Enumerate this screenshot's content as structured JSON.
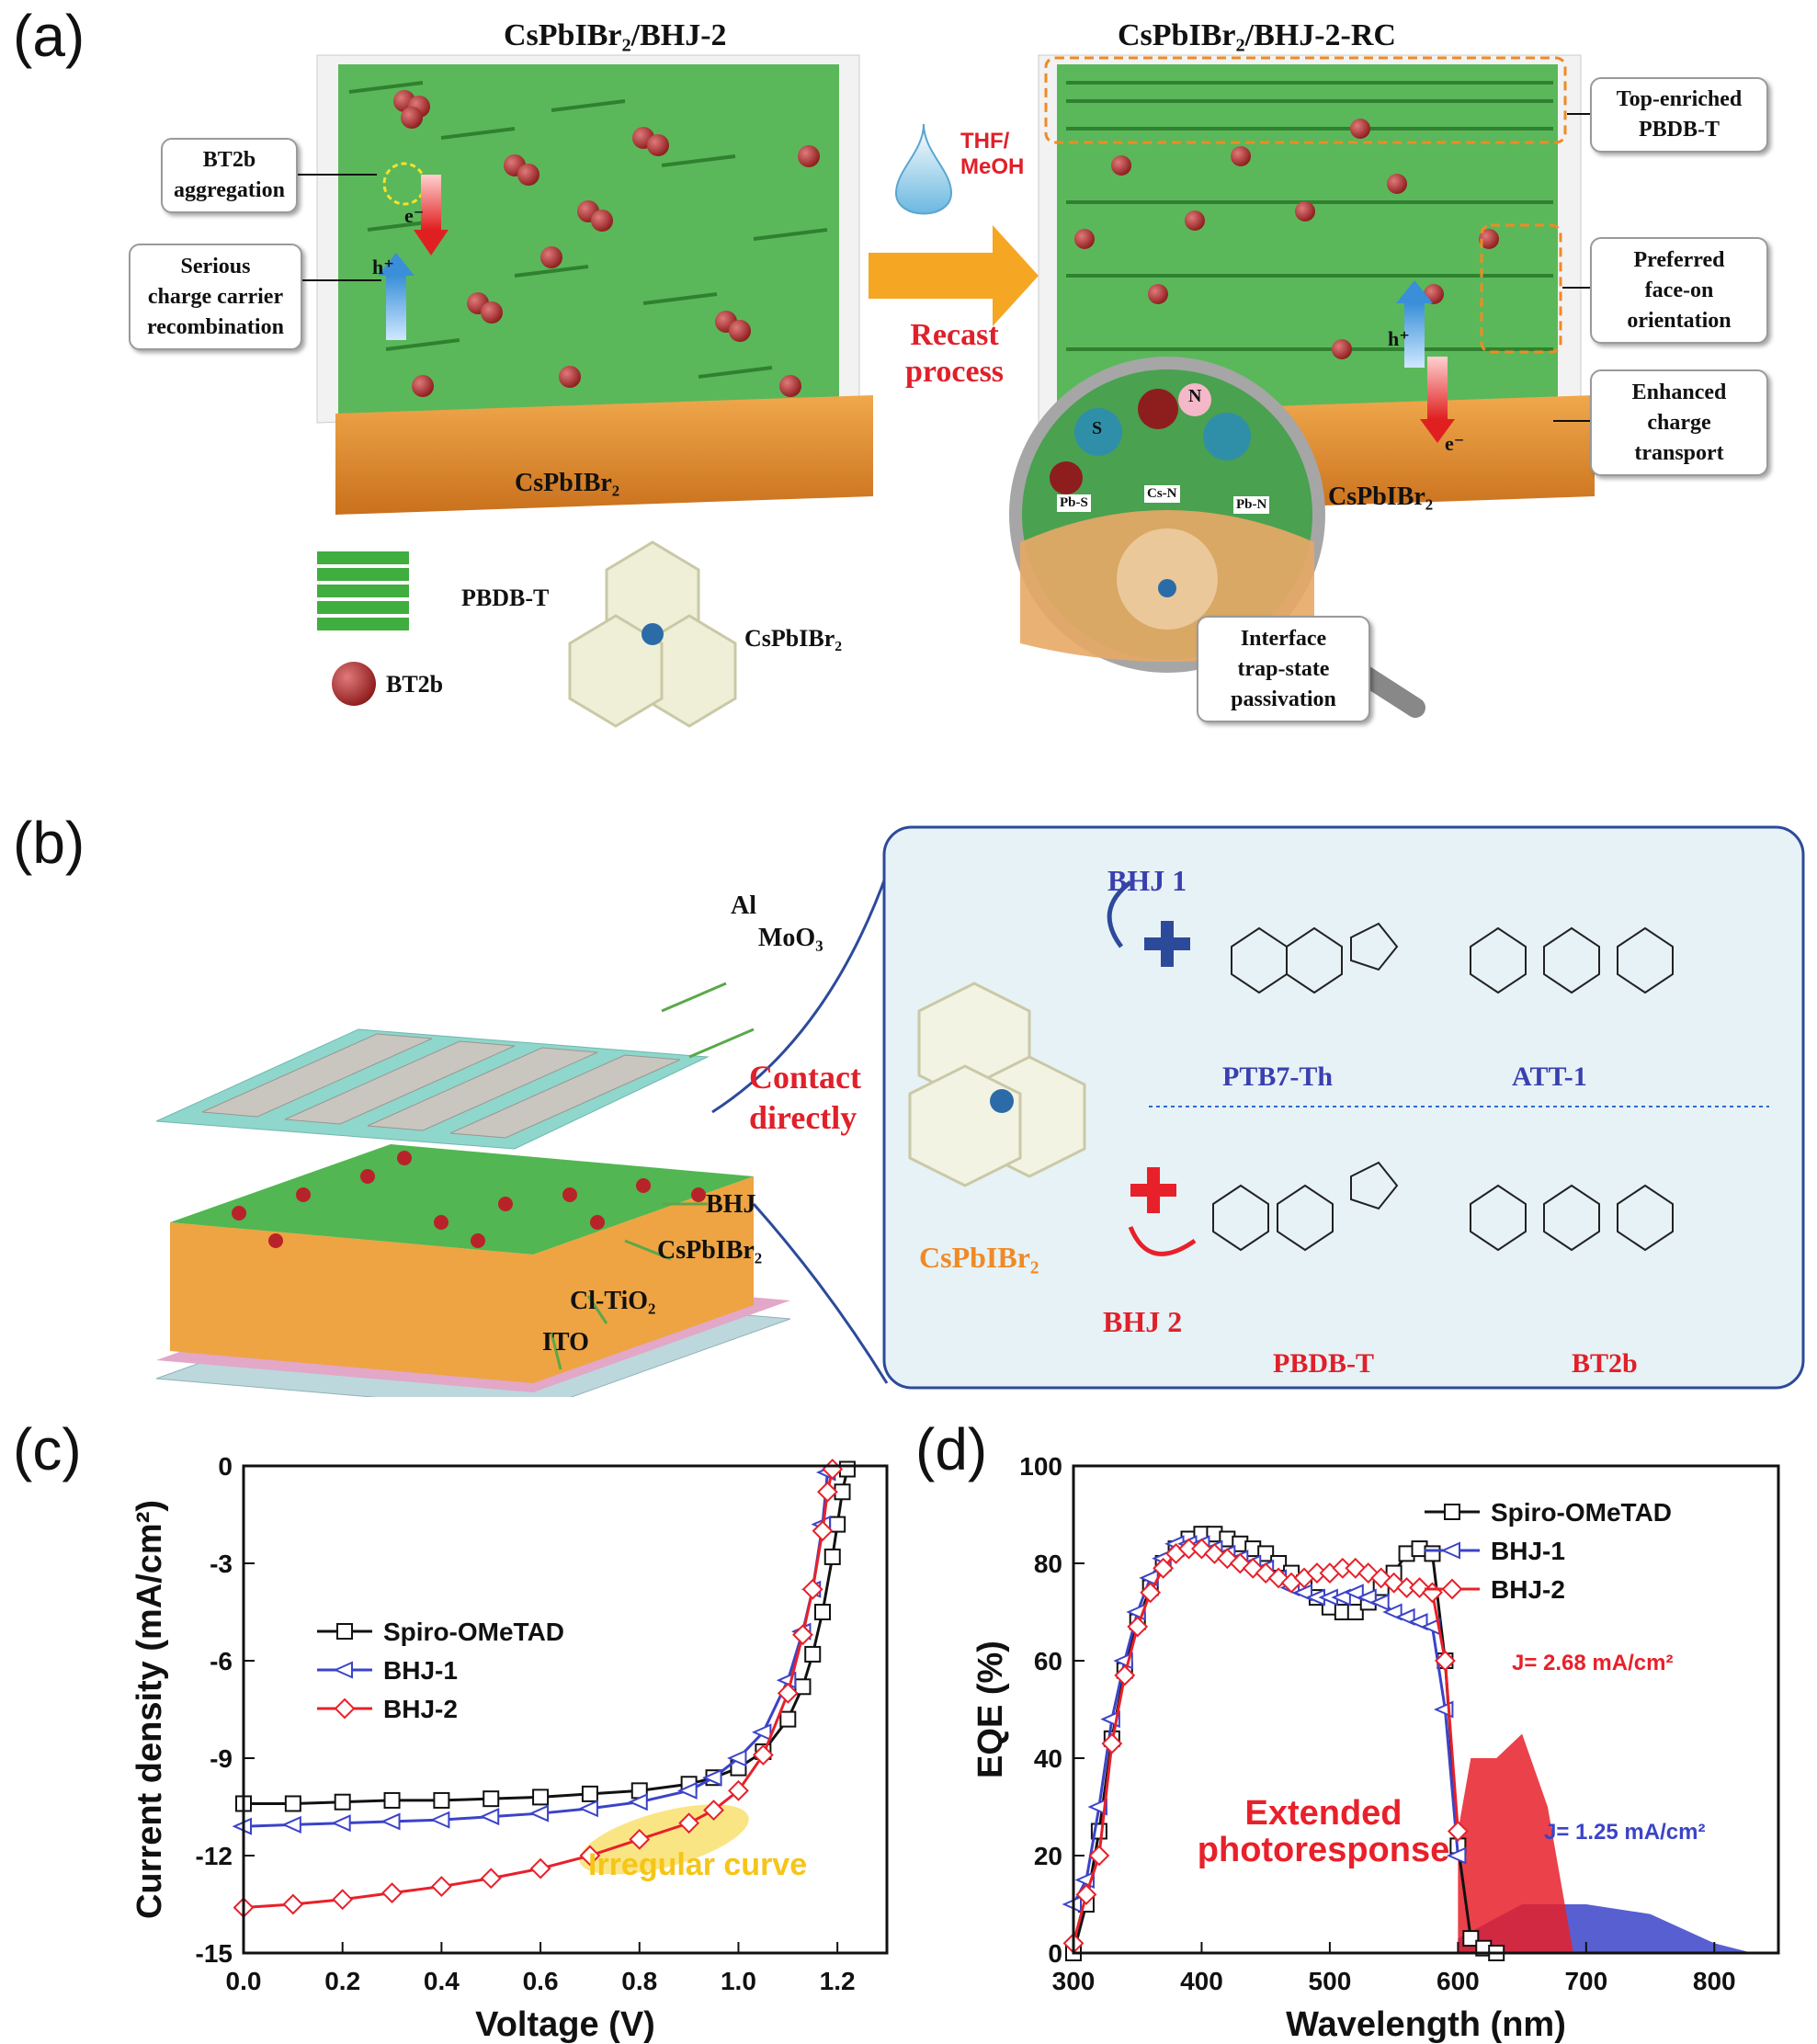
{
  "panels": {
    "a": "(a)",
    "b": "(b)",
    "c": "(c)",
    "d": "(d)"
  },
  "panel_a": {
    "left_title": "CsPbIBr₂/BHJ-2",
    "right_title": "CsPbIBr₂/BHJ-2-RC",
    "callout_aggregation": [
      "BT2b",
      "aggregation"
    ],
    "callout_recombination": [
      "Serious",
      "charge carrier",
      "recombination"
    ],
    "callout_top": [
      "Top-enriched",
      "PBDB-T"
    ],
    "callout_face_on": [
      "Preferred",
      "face-on",
      "orientation"
    ],
    "callout_transport": [
      "Enhanced",
      "charge",
      "transport"
    ],
    "callout_passivation": [
      "Interface",
      "trap-state",
      "passivation"
    ],
    "substrate_label": "CsPbIBr₂",
    "solvent": [
      "THF/",
      "MeOH"
    ],
    "recast": [
      "Recast",
      "process"
    ],
    "legend_pbdbt": "PBDB-T",
    "legend_bt2b": "BT2b",
    "legend_perovskite": "CsPbIBr₂",
    "carrier_h": "h⁺",
    "carrier_e": "e⁻",
    "bond_pbs": "Pb-S",
    "bond_csn": "Cs-N",
    "bond_pbn": "Pb-N",
    "atom_s": "S",
    "atom_n": "N"
  },
  "panel_b": {
    "layer_al": "Al",
    "layer_moo3": "MoO₃",
    "layer_bhj": "BHJ",
    "layer_perovskite": "CsPbIBr₂",
    "layer_tio2": "Cl-TiO₂",
    "layer_ito": "ITO",
    "contact": [
      "Contact",
      "directly"
    ],
    "bhj1": "BHJ 1",
    "bhj2": "BHJ 2",
    "perovskite": "CsPbIBr₂",
    "mol_ptb7": "PTB7-Th",
    "mol_att1": "ATT-1",
    "mol_pbdbt": "PBDB-T",
    "mol_bt2b": "BT2b"
  },
  "chart_data": [
    {
      "type": "line",
      "panel": "c",
      "xlabel": "Voltage (V)",
      "ylabel": "Current density (mA/cm²)",
      "xlim": [
        0.0,
        1.3
      ],
      "ylim": [
        -15,
        0
      ],
      "xticks": [
        0.0,
        0.2,
        0.4,
        0.6,
        0.8,
        1.0,
        1.2
      ],
      "xtick_labels": [
        "0.0",
        "0.2",
        "0.4",
        "0.6",
        "0.8",
        "1.0",
        "1.2"
      ],
      "yticks": [
        0,
        -3,
        -6,
        -9,
        -12,
        -15
      ],
      "ytick_labels": [
        "0",
        "-3",
        "-6",
        "-9",
        "-12",
        "-15"
      ],
      "legend_position": "upper-left",
      "annotation": "Irregular curve",
      "series": [
        {
          "name": "Spiro-OMeTAD",
          "color": "#111111",
          "marker": "square",
          "x": [
            0.0,
            0.1,
            0.2,
            0.3,
            0.4,
            0.5,
            0.6,
            0.7,
            0.8,
            0.9,
            0.95,
            1.0,
            1.05,
            1.1,
            1.13,
            1.15,
            1.17,
            1.19,
            1.2,
            1.21,
            1.22
          ],
          "y": [
            -10.4,
            -10.4,
            -10.35,
            -10.3,
            -10.3,
            -10.25,
            -10.2,
            -10.1,
            -10.0,
            -9.8,
            -9.6,
            -9.3,
            -8.8,
            -7.8,
            -6.8,
            -5.8,
            -4.5,
            -2.8,
            -1.8,
            -0.8,
            -0.1
          ]
        },
        {
          "name": "BHJ-1",
          "color": "#3b43c8",
          "marker": "triangle-left",
          "x": [
            0.0,
            0.1,
            0.2,
            0.3,
            0.4,
            0.5,
            0.6,
            0.7,
            0.8,
            0.9,
            0.95,
            1.0,
            1.05,
            1.1,
            1.13,
            1.15,
            1.17,
            1.18
          ],
          "y": [
            -11.1,
            -11.05,
            -11.0,
            -10.95,
            -10.9,
            -10.8,
            -10.7,
            -10.55,
            -10.35,
            -10.0,
            -9.6,
            -9.0,
            -8.2,
            -6.6,
            -5.1,
            -3.8,
            -1.8,
            -0.2
          ]
        },
        {
          "name": "BHJ-2",
          "color": "#e8202a",
          "marker": "diamond",
          "x": [
            0.0,
            0.1,
            0.2,
            0.3,
            0.4,
            0.5,
            0.6,
            0.7,
            0.8,
            0.9,
            0.95,
            1.0,
            1.05,
            1.1,
            1.13,
            1.15,
            1.17,
            1.18,
            1.19
          ],
          "y": [
            -13.6,
            -13.5,
            -13.35,
            -13.15,
            -12.95,
            -12.7,
            -12.4,
            -12.0,
            -11.5,
            -11.0,
            -10.6,
            -10.0,
            -8.9,
            -7.0,
            -5.2,
            -3.8,
            -2.0,
            -0.8,
            -0.1
          ]
        }
      ]
    },
    {
      "type": "line",
      "panel": "d",
      "xlabel": "Wavelength (nm)",
      "ylabel": "EQE (%)",
      "xlim": [
        300,
        850
      ],
      "ylim": [
        0,
        100
      ],
      "xticks": [
        300,
        400,
        500,
        600,
        700,
        800
      ],
      "xtick_labels": [
        "300",
        "400",
        "500",
        "600",
        "700",
        "800"
      ],
      "yticks": [
        0,
        20,
        40,
        60,
        80,
        100
      ],
      "ytick_labels": [
        "0",
        "20",
        "40",
        "60",
        "80",
        "100"
      ],
      "legend_position": "upper-right",
      "annotations": [
        "J= 2.68 mA/cm²",
        "J= 1.25 mA/cm²",
        "Extended",
        "photoresponse"
      ],
      "series": [
        {
          "name": "Spiro-OMeTAD",
          "color": "#111111",
          "marker": "square",
          "x": [
            300,
            310,
            320,
            330,
            340,
            350,
            360,
            370,
            380,
            390,
            400,
            410,
            420,
            430,
            440,
            450,
            460,
            470,
            480,
            490,
            500,
            510,
            520,
            530,
            540,
            550,
            560,
            570,
            580,
            590,
            600,
            610,
            620,
            630
          ],
          "y": [
            0,
            10,
            25,
            44,
            58,
            68,
            75,
            80,
            83,
            85,
            86,
            86,
            85,
            84,
            83,
            82,
            80,
            78,
            76,
            73,
            71,
            70,
            70,
            72,
            75,
            78,
            82,
            83,
            82,
            60,
            22,
            3,
            1,
            0
          ]
        },
        {
          "name": "BHJ-1",
          "color": "#3b43c8",
          "marker": "triangle-left",
          "x": [
            300,
            310,
            320,
            330,
            340,
            350,
            360,
            370,
            380,
            390,
            400,
            410,
            420,
            430,
            440,
            450,
            460,
            470,
            480,
            490,
            500,
            510,
            520,
            530,
            540,
            550,
            560,
            570,
            580,
            590,
            600
          ],
          "y": [
            10,
            15,
            30,
            48,
            60,
            70,
            77,
            81,
            84,
            84,
            84,
            83,
            82,
            81,
            80,
            79,
            77,
            75,
            74,
            73,
            73,
            73,
            74,
            73,
            72,
            70,
            69,
            68,
            67,
            50,
            20
          ],
          "tail_fill": {
            "x": [
              600,
              650,
              700,
              750,
              800,
              830
            ],
            "y": [
              3,
              10,
              10,
              8,
              2,
              0
            ]
          }
        },
        {
          "name": "BHJ-2",
          "color": "#e8202a",
          "marker": "diamond",
          "x": [
            300,
            310,
            320,
            330,
            340,
            350,
            360,
            370,
            380,
            390,
            400,
            410,
            420,
            430,
            440,
            450,
            460,
            470,
            480,
            490,
            500,
            510,
            520,
            530,
            540,
            550,
            560,
            570,
            580,
            590,
            600
          ],
          "y": [
            2,
            12,
            20,
            43,
            57,
            67,
            74,
            79,
            82,
            83,
            83,
            82,
            81,
            80,
            79,
            78,
            77,
            76,
            77,
            78,
            78,
            79,
            79,
            78,
            77,
            76,
            75,
            75,
            74,
            60,
            25
          ],
          "tail_fill": {
            "x": [
              600,
              610,
              630,
              650,
              670,
              690
            ],
            "y": [
              25,
              40,
              40,
              45,
              30,
              0
            ]
          }
        }
      ]
    }
  ]
}
